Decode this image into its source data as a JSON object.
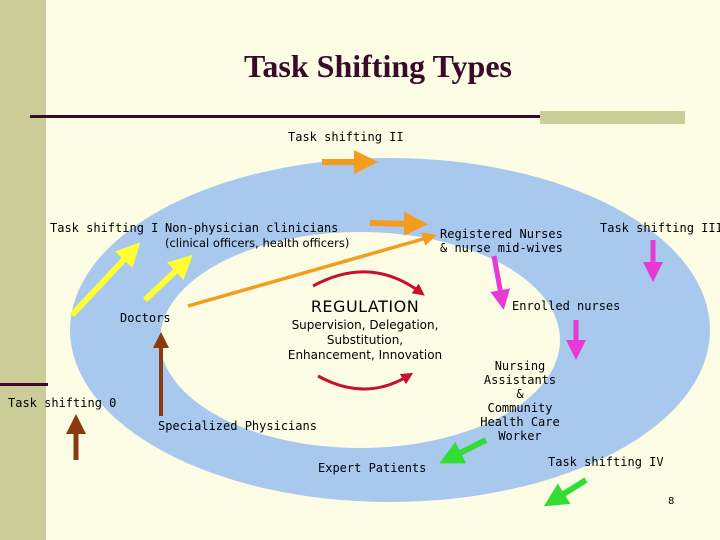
{
  "title": "Task Shifting Types",
  "types": {
    "ts0": "Task shifting 0",
    "ts1": "Task shifting I",
    "ts2": "Task shifting II",
    "ts3": "Task shifting III",
    "ts4": "Task shifting IV"
  },
  "cadres": {
    "non_physician": "Non-physician clinicians",
    "non_physician_sub": "(clinical officers, health officers)",
    "registered_nurses_1": "Registered Nurses",
    "registered_nurses_2": "& nurse mid-wives",
    "doctors": "Doctors",
    "enrolled_nurses": "Enrolled nurses",
    "nursing_1": "Nursing",
    "nursing_2": "Assistants",
    "nursing_3": "&",
    "nursing_4": "Community",
    "nursing_5": "Health Care",
    "nursing_6": "Worker",
    "specialized": "Specialized Physicians",
    "expert_patients": "Expert Patients"
  },
  "regulation": {
    "heading": "REGULATION",
    "line1": "Supervision, Delegation,",
    "line2": "Substitution,",
    "line3": "Enhancement, Innovation"
  },
  "page_number": "8",
  "colors": {
    "background": "#fdfce4",
    "sidebar": "#cccc99",
    "title": "#3a0a2a",
    "ring": "#a8c8ee",
    "ring_inner": "#fdfce4",
    "orange": "#f39c1e",
    "yellow": "#ffff33",
    "magenta": "#e639d6",
    "green": "#33dd33",
    "brown": "#8b3a0f",
    "red_cycle": "#c8102e"
  }
}
